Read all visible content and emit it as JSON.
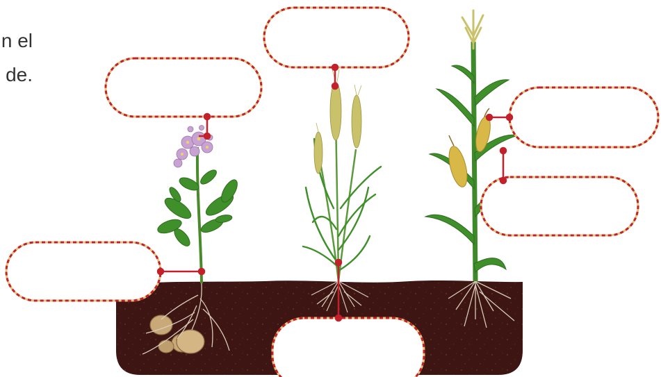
{
  "intro": {
    "line1": "n el",
    "line2": "de."
  },
  "label_boxes": [
    {
      "id": "potato-flower",
      "text": ""
    },
    {
      "id": "potato-stem",
      "text": ""
    },
    {
      "id": "wheat-spike",
      "text": ""
    },
    {
      "id": "wheat-roots",
      "text": ""
    },
    {
      "id": "corn-ear",
      "text": ""
    },
    {
      "id": "corn-stem",
      "text": ""
    }
  ],
  "colors": {
    "soil": "#3d1512",
    "soil_speck": "#6b3a30",
    "leader_line": "#c4202b",
    "box_dash_red": "#c4202b",
    "box_dash_gold": "#e6c27a",
    "leaf": "#3f8f2a",
    "leaf_dark": "#2f6d1f",
    "flower": "#c9a2d4",
    "tuber": "#c9a978",
    "grain": "#c9c26a",
    "corn_cob": "#d8b948",
    "root": "#d9cbb8"
  }
}
